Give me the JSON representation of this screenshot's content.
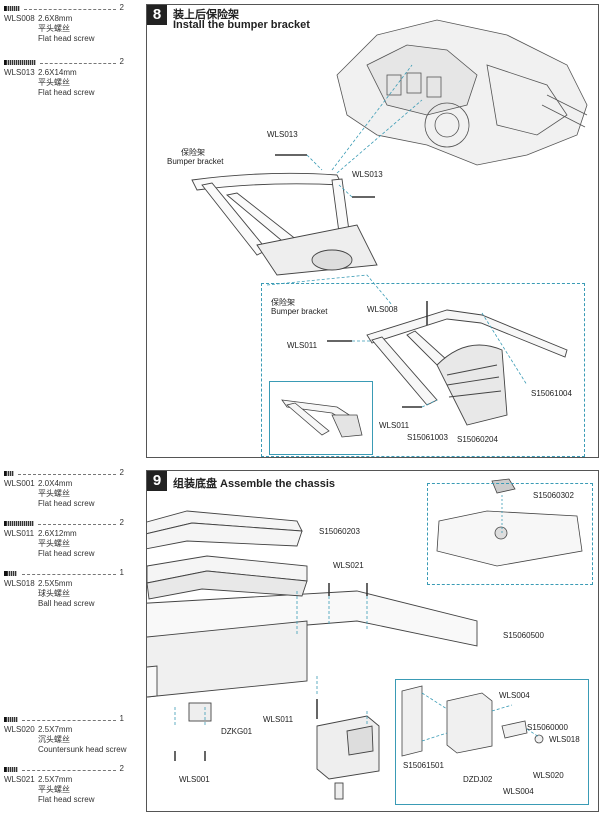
{
  "parts_step8": [
    {
      "code": "WLS008",
      "size": "2.6X8mm",
      "cn": "平头螺丝",
      "en": "Flat head screw",
      "qty": "2"
    },
    {
      "code": "WLS013",
      "size": "2.6X14mm",
      "cn": "平头螺丝",
      "en": "Flat head screw",
      "qty": "2"
    }
  ],
  "parts_step9": [
    {
      "code": "WLS001",
      "size": "2.0X4mm",
      "cn": "平头螺丝",
      "en": "Flat head screw",
      "qty": "2"
    },
    {
      "code": "WLS011",
      "size": "2.6X12mm",
      "cn": "平头螺丝",
      "en": "Flat head screw",
      "qty": "2"
    },
    {
      "code": "WLS018",
      "size": "2.5X5mm",
      "cn": "球头螺丝",
      "en": "Ball head screw",
      "qty": "1"
    },
    {
      "code": "WLS020",
      "size": "2.5X7mm",
      "cn": "沉头螺丝",
      "en": "Countersunk head screw",
      "qty": "1"
    },
    {
      "code": "WLS021",
      "size": "2.5X7mm",
      "cn": "平头螺丝",
      "en": "Flat head screw",
      "qty": "2"
    }
  ],
  "step8": {
    "number": "8",
    "title_cn": "装上后保险架",
    "title_en": "Install the bumper bracket",
    "labels": {
      "wls013_a": "WLS013",
      "wls013_b": "WLS013",
      "bumper_cn": "保险架",
      "bumper_en": "Bumper bracket",
      "inset_bumper_cn": "保险架",
      "inset_bumper_en": "Bumper bracket",
      "wls008": "WLS008",
      "wls011_a": "WLS011",
      "wls011_b": "WLS011",
      "s15061004": "S15061004",
      "s15061003": "S15061003",
      "s15060204": "S15060204"
    }
  },
  "step9": {
    "number": "9",
    "title": "组装底盘  Assemble the chassis",
    "labels": {
      "s15060302": "S15060302",
      "s15060203": "S15060203",
      "wls021": "WLS021",
      "s15060500": "S15060500",
      "wls011": "WLS011",
      "dzkg01": "DZKG01",
      "wls001": "WLS001",
      "wls004_a": "WLS004",
      "s15060000": "S15060000",
      "wls018": "WLS018",
      "s15061501": "S15061501",
      "dzdj02": "DZDJ02",
      "wls020": "WLS020",
      "wls004_b": "WLS004"
    }
  },
  "colors": {
    "accent_line": "#3a9bb5",
    "ink": "#222222"
  }
}
